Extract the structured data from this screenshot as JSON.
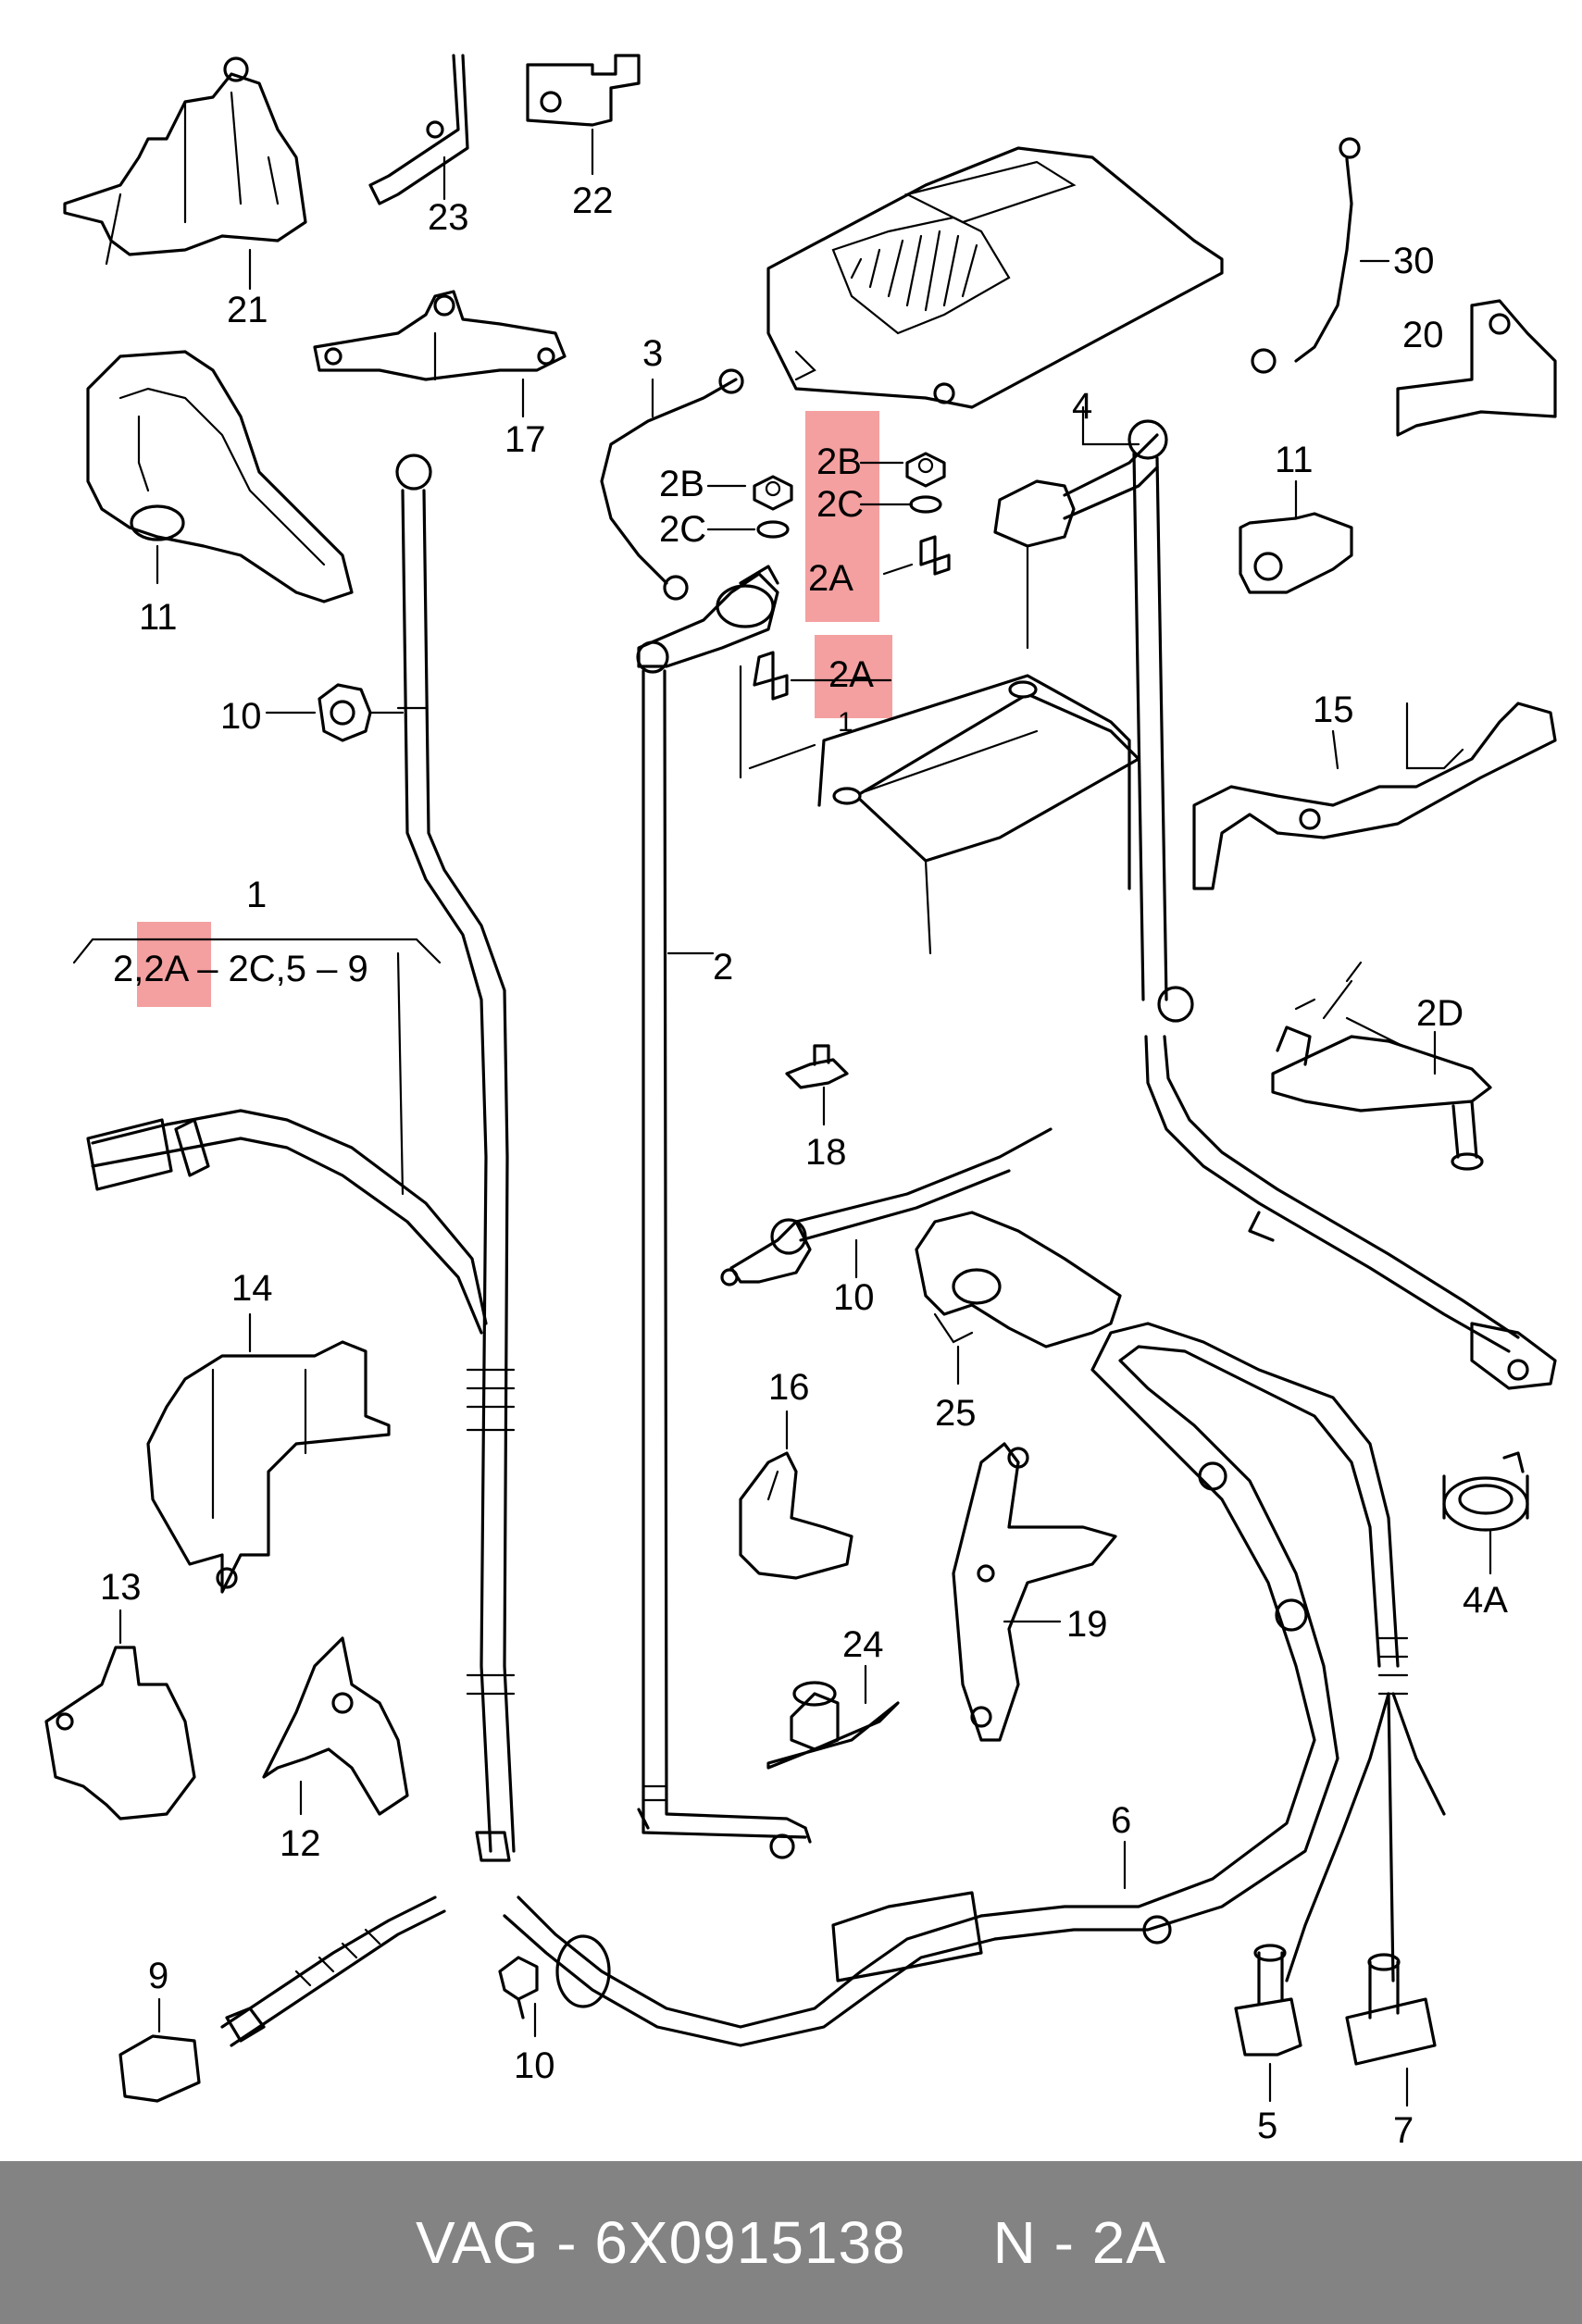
{
  "labels": {
    "l21": "21",
    "l23": "23",
    "l22": "22",
    "l30": "30",
    "l20": "20",
    "l17": "17",
    "l3": "3",
    "l11a": "11",
    "l11b": "11",
    "l4": "4",
    "l2B_1": "2B",
    "l2C_1": "2C",
    "l2B_2": "2B",
    "l2C_2": "2C",
    "l2A_1": "2A",
    "l2A_2": "2A",
    "l1_top": "1",
    "l10a": "10",
    "l15": "15",
    "l1_group": "1",
    "l_group": "2,2A – 2C,5 – 9",
    "l2": "2",
    "l2D": "2D",
    "l18": "18",
    "l10b": "10",
    "l14": "14",
    "l25": "25",
    "l16": "16",
    "l4A": "4A",
    "l13": "13",
    "l19": "19",
    "l24": "24",
    "l12": "12",
    "l6": "6",
    "l9": "9",
    "l10c": "10",
    "l5": "5",
    "l7": "7"
  },
  "highlight_color": "#f08080",
  "footer": {
    "text": "VAG - 6X0915138     N - 2A",
    "background": "#838383"
  }
}
